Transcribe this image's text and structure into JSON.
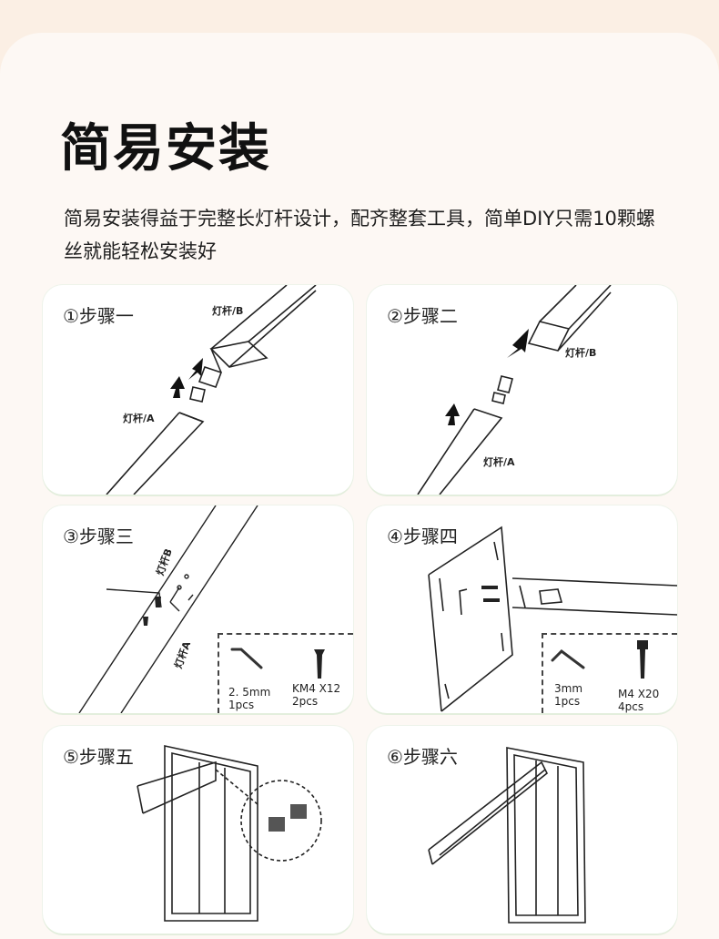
{
  "header": {
    "title": "简易安装",
    "description": "简易安装得益于完整长灯杆设计，配齐整套工具，简单DIY只需10颗螺丝就能轻松安装好"
  },
  "steps": [
    {
      "label": "①步骤一",
      "tags": [
        "灯杆/B",
        "灯杆/A"
      ]
    },
    {
      "label": "②步骤二",
      "tags": [
        "灯杆/B",
        "灯杆/A"
      ]
    },
    {
      "label": "③步骤三",
      "tags": [
        "灯杆B",
        "灯杆A"
      ],
      "kit": [
        {
          "size": "2. 5mm",
          "qty": "1pcs"
        },
        {
          "size": "KM4 X12",
          "qty": "2pcs"
        }
      ]
    },
    {
      "label": "④步骤四",
      "tags": [],
      "kit": [
        {
          "size": "3mm",
          "qty": "1pcs"
        },
        {
          "size": "M4 X20",
          "qty": "4pcs"
        }
      ]
    },
    {
      "label": "⑤步骤五",
      "tags": []
    },
    {
      "label": "⑥步骤六",
      "tags": []
    }
  ]
}
